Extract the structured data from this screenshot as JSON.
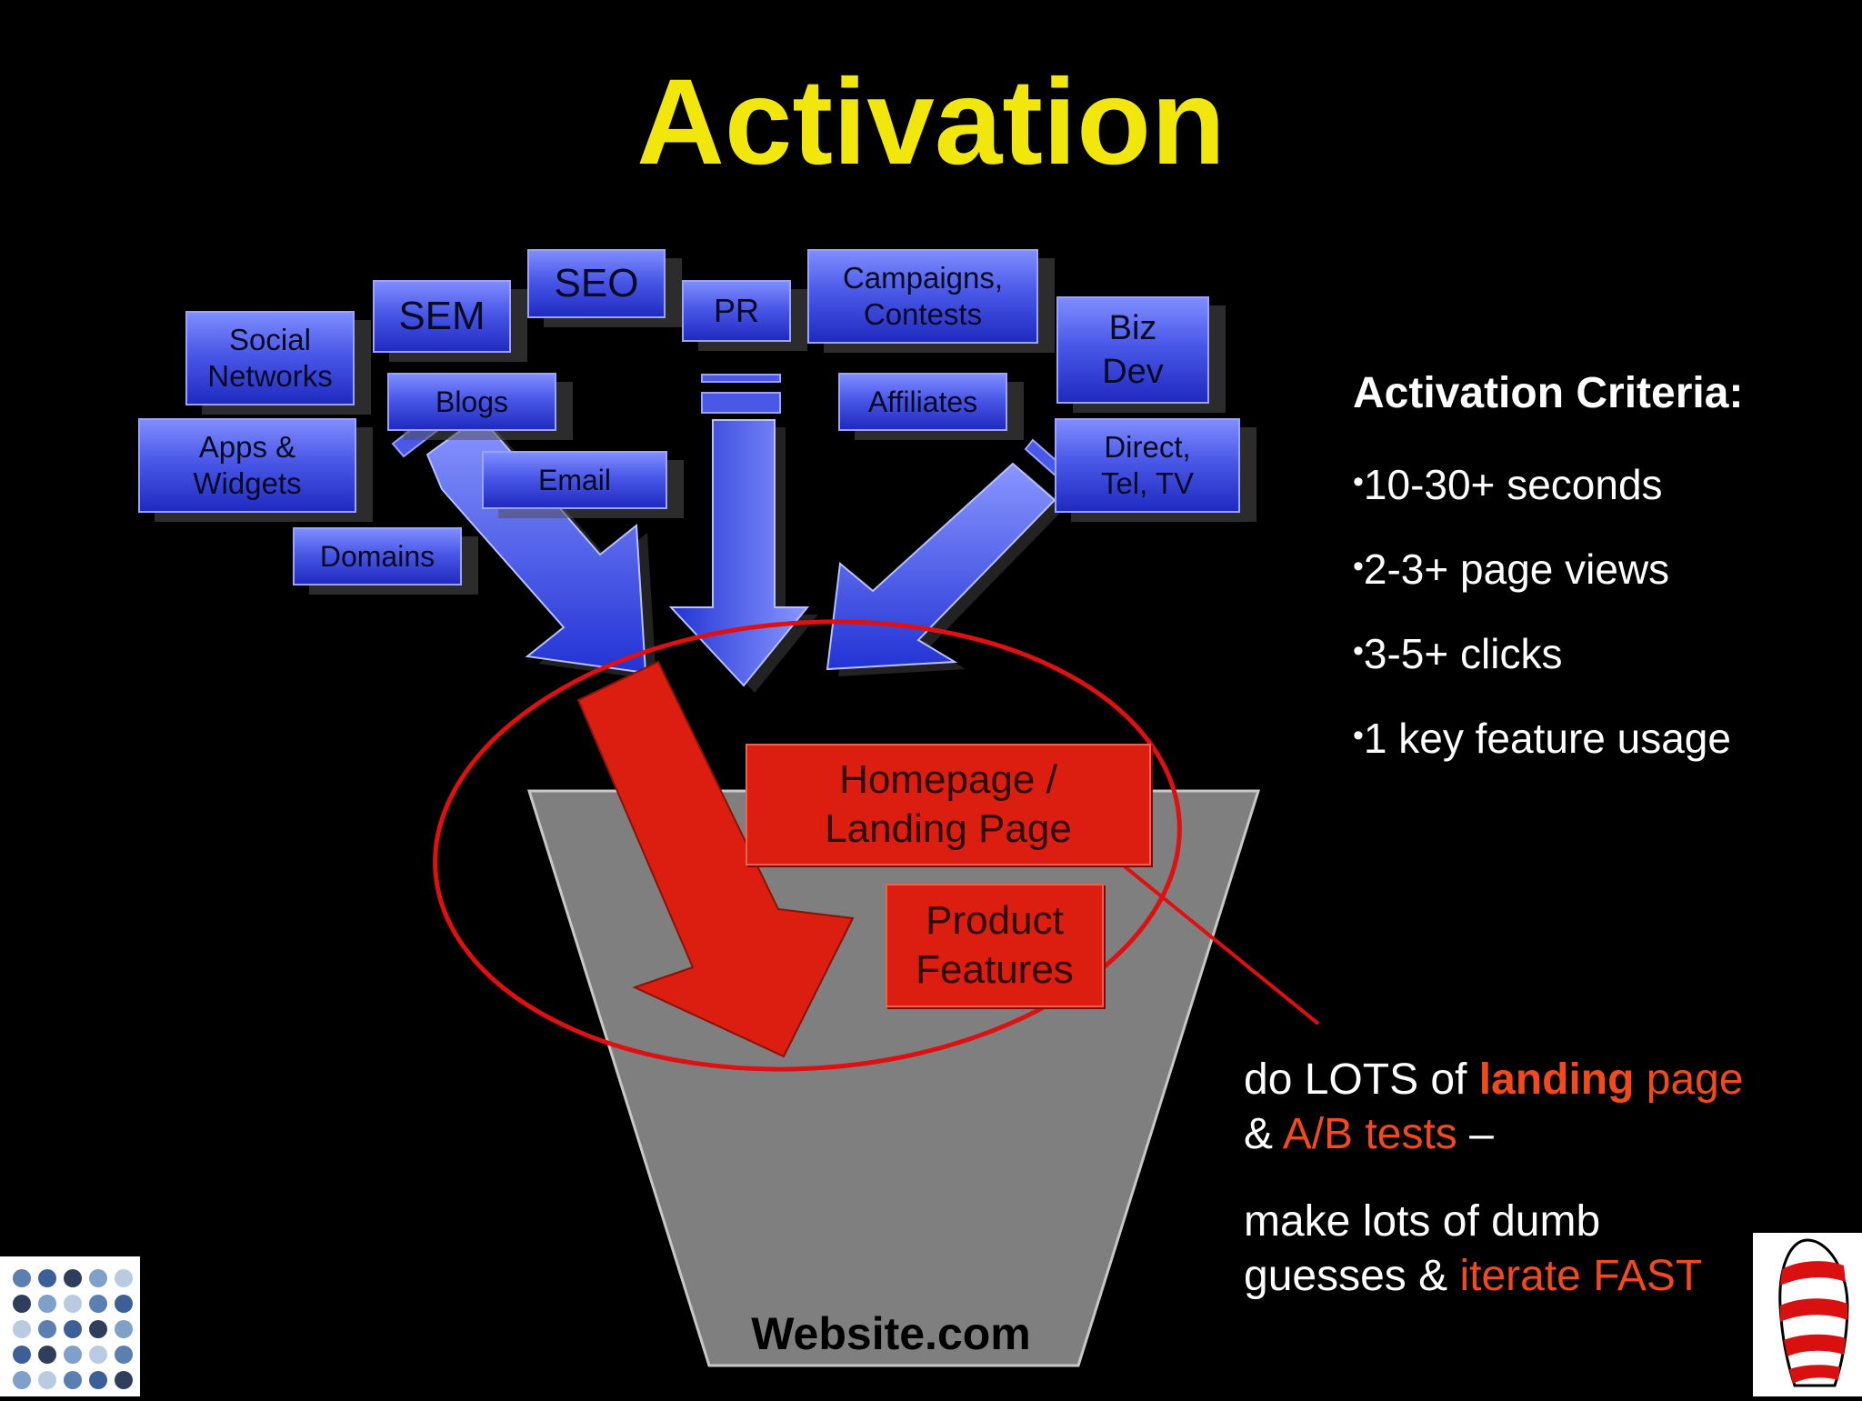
{
  "title": "Activation",
  "sources": {
    "social_networks": "Social\nNetworks",
    "sem": "SEM",
    "seo": "SEO",
    "pr": "PR",
    "campaigns": "Campaigns,\nContests",
    "biz_dev": "Biz\nDev",
    "blogs": "Blogs",
    "affiliates": "Affiliates",
    "apps_widgets": "Apps &\nWidgets",
    "email": "Email",
    "direct": "Direct,\nTel, TV",
    "domains": "Domains"
  },
  "funnel": {
    "homepage": "Homepage /\nLanding Page",
    "product_features": "Product\nFeatures",
    "website": "Website.com"
  },
  "criteria": {
    "heading": "Activation Criteria:",
    "items": [
      "10-30+ seconds",
      "2-3+ page views",
      "3-5+ clicks",
      "1 key feature usage"
    ]
  },
  "note": {
    "line1_a": "do LOTS of ",
    "line1_b": "landing",
    "line1_c": " page",
    "line2_a": "& ",
    "line2_b": "A/B tests",
    "line2_c": " –",
    "line3": "make lots of dumb",
    "line4_a": "guesses & ",
    "line4_b": "iterate FAST"
  },
  "colors": {
    "title": "#f2e70c",
    "source_box": "#4a58e8",
    "funnel_box": "#dc1e10",
    "highlight": "#f24a1c",
    "funnel_body": "#808080"
  }
}
